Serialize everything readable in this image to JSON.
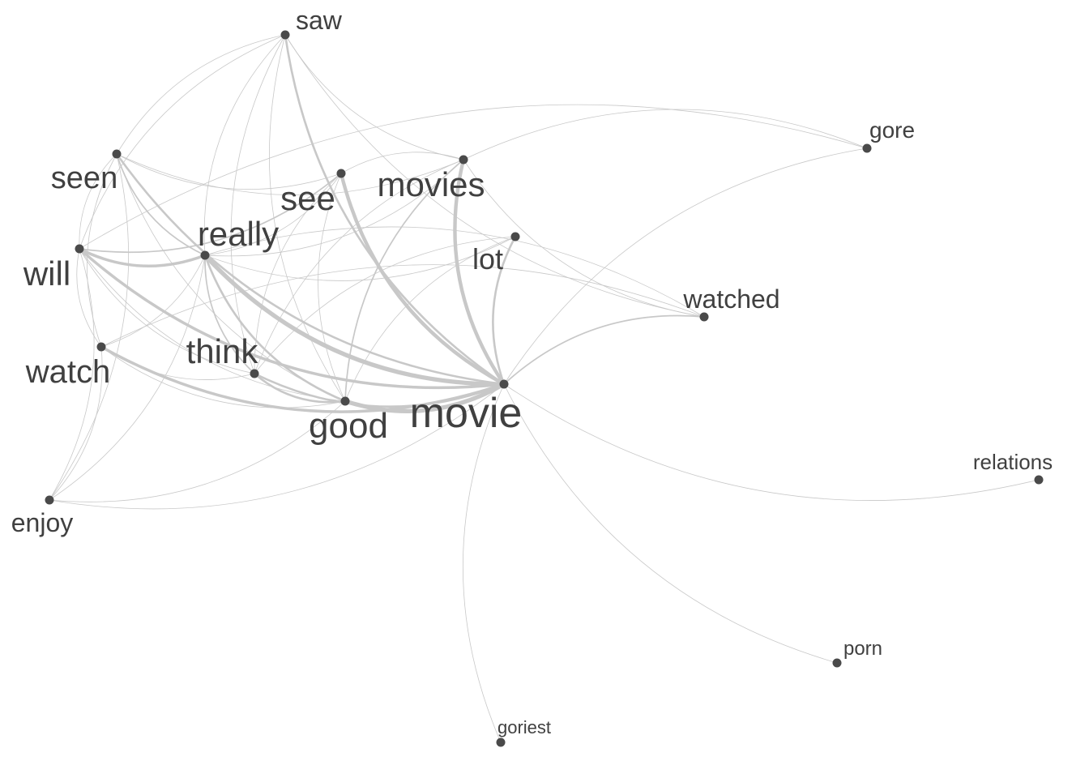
{
  "colors": {
    "edge": "#c8c8c8",
    "node": "#4a4a4a",
    "label": "#404040",
    "background": "#ffffff"
  },
  "nodes": [
    {
      "id": "saw",
      "label": "saw"
    },
    {
      "id": "gore",
      "label": "gore"
    },
    {
      "id": "seen",
      "label": "seen"
    },
    {
      "id": "see",
      "label": "see"
    },
    {
      "id": "movies",
      "label": "movies"
    },
    {
      "id": "lot",
      "label": "lot"
    },
    {
      "id": "really",
      "label": "really"
    },
    {
      "id": "will",
      "label": "will"
    },
    {
      "id": "watched",
      "label": "watched"
    },
    {
      "id": "watch",
      "label": "watch"
    },
    {
      "id": "think",
      "label": "think"
    },
    {
      "id": "good",
      "label": "good"
    },
    {
      "id": "movie",
      "label": "movie"
    },
    {
      "id": "relations",
      "label": "relations"
    },
    {
      "id": "enjoy",
      "label": "enjoy"
    },
    {
      "id": "porn",
      "label": "porn"
    },
    {
      "id": "goriest",
      "label": "goriest"
    }
  ],
  "edges": [
    {
      "from": "really",
      "to": "movie",
      "weight": 6
    },
    {
      "from": "good",
      "to": "movie",
      "weight": 6
    },
    {
      "from": "see",
      "to": "movie",
      "weight": 5
    },
    {
      "from": "movies",
      "to": "movie",
      "weight": 5
    },
    {
      "from": "will",
      "to": "movie",
      "weight": 4
    },
    {
      "from": "watch",
      "to": "movie",
      "weight": 4
    },
    {
      "from": "think",
      "to": "movie",
      "weight": 3
    },
    {
      "from": "lot",
      "to": "movie",
      "weight": 3
    },
    {
      "from": "will",
      "to": "really",
      "weight": 4
    },
    {
      "from": "seen",
      "to": "movie",
      "weight": 3
    },
    {
      "from": "saw",
      "to": "movie",
      "weight": 3
    },
    {
      "from": "really",
      "to": "good",
      "weight": 3
    },
    {
      "from": "think",
      "to": "good",
      "weight": 3
    },
    {
      "from": "watched",
      "to": "movie",
      "weight": 2
    },
    {
      "from": "will",
      "to": "see",
      "weight": 2
    },
    {
      "from": "seen",
      "to": "really",
      "weight": 2
    },
    {
      "from": "really",
      "to": "think",
      "weight": 2
    },
    {
      "from": "movies",
      "to": "good",
      "weight": 2
    },
    {
      "from": "see",
      "to": "good",
      "weight": 1
    },
    {
      "from": "really",
      "to": "see",
      "weight": 1
    },
    {
      "from": "really",
      "to": "movies",
      "weight": 1
    },
    {
      "from": "really",
      "to": "lot",
      "weight": 1
    },
    {
      "from": "watch",
      "to": "good",
      "weight": 1
    },
    {
      "from": "will",
      "to": "good",
      "weight": 1
    },
    {
      "from": "will",
      "to": "watch",
      "weight": 1
    },
    {
      "from": "will",
      "to": "think",
      "weight": 1
    },
    {
      "from": "seen",
      "to": "will",
      "weight": 1
    },
    {
      "from": "seen",
      "to": "movies",
      "weight": 1
    },
    {
      "from": "seen",
      "to": "good",
      "weight": 1
    },
    {
      "from": "seen",
      "to": "see",
      "weight": 1
    },
    {
      "from": "seen",
      "to": "watch",
      "weight": 1
    },
    {
      "from": "saw",
      "to": "seen",
      "weight": 1
    },
    {
      "from": "saw",
      "to": "will",
      "weight": 1
    },
    {
      "from": "saw",
      "to": "movies",
      "weight": 1
    },
    {
      "from": "saw",
      "to": "good",
      "weight": 1
    },
    {
      "from": "saw",
      "to": "watched",
      "weight": 1
    },
    {
      "from": "saw",
      "to": "really",
      "weight": 1
    },
    {
      "from": "saw",
      "to": "think",
      "weight": 1
    },
    {
      "from": "gore",
      "to": "movies",
      "weight": 1
    },
    {
      "from": "gore",
      "to": "will",
      "weight": 1
    },
    {
      "from": "gore",
      "to": "movie",
      "weight": 1
    },
    {
      "from": "movies",
      "to": "watched",
      "weight": 1
    },
    {
      "from": "movies",
      "to": "think",
      "weight": 1
    },
    {
      "from": "movies",
      "to": "see",
      "weight": 1
    },
    {
      "from": "lot",
      "to": "good",
      "weight": 1
    },
    {
      "from": "lot",
      "to": "think",
      "weight": 1
    },
    {
      "from": "see",
      "to": "think",
      "weight": 1
    },
    {
      "from": "watched",
      "to": "watch",
      "weight": 1
    },
    {
      "from": "watched",
      "to": "really",
      "weight": 1
    },
    {
      "from": "watch",
      "to": "really",
      "weight": 1
    },
    {
      "from": "watch",
      "to": "think",
      "weight": 1
    },
    {
      "from": "enjoy",
      "to": "movie",
      "weight": 1
    },
    {
      "from": "enjoy",
      "to": "good",
      "weight": 1
    },
    {
      "from": "enjoy",
      "to": "really",
      "weight": 1
    },
    {
      "from": "enjoy",
      "to": "watch",
      "weight": 1
    },
    {
      "from": "enjoy",
      "to": "will",
      "weight": 1
    },
    {
      "from": "enjoy",
      "to": "seen",
      "weight": 1
    },
    {
      "from": "movie",
      "to": "relations",
      "weight": 1
    },
    {
      "from": "movie",
      "to": "porn",
      "weight": 1
    },
    {
      "from": "movie",
      "to": "goriest",
      "weight": 1
    }
  ]
}
